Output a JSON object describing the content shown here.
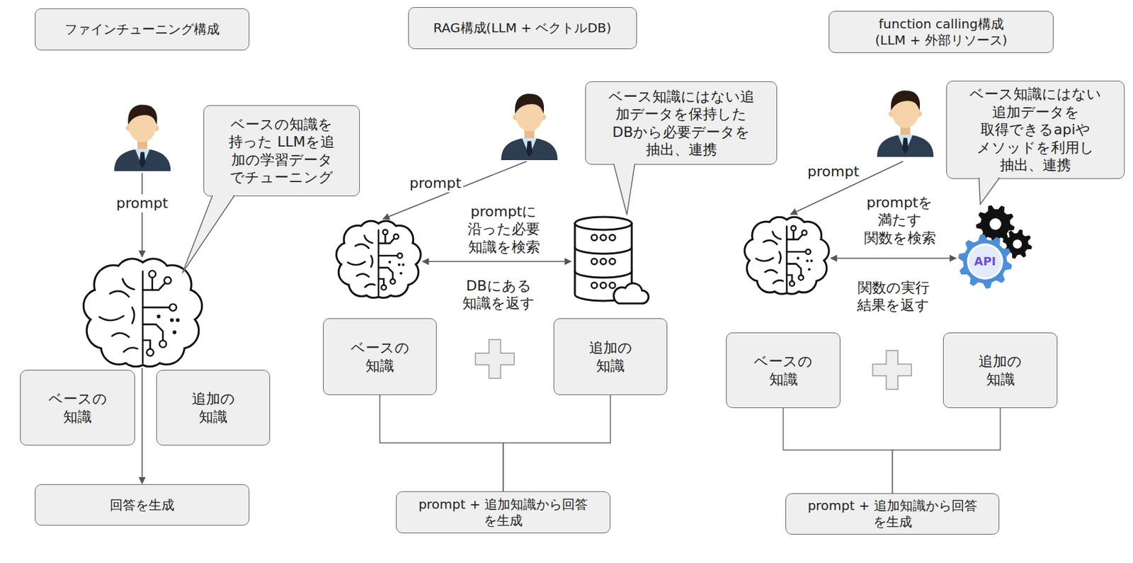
{
  "diagram": {
    "nodes": [
      {
        "text": [
          "ファインチューニング構成"
        ]
      },
      {
        "text": [
          "ベースの知識を 持った LLMを追 加の学習データ でチューニング"
        ]
      },
      {
        "text": [
          "ベースの 知識"
        ]
      },
      {
        "text": [
          "追加の 知識"
        ]
      },
      {
        "text": [
          "回答を生成"
        ]
      },
      {
        "text": [
          "RAG構成(LLM + ベクトルDB)"
        ]
      },
      {
        "text": [
          "ベース知識にはない追 加データを保持した DBから必要データを 抽出、連携"
        ]
      },
      {
        "text": [
          "ベースの 知識"
        ]
      },
      {
        "text": [
          "追加の 知識"
        ]
      },
      {
        "text": [
          "prompt + 追加知識から回答 を生成"
        ]
      },
      {
        "text": [
          "function calling構成 (LLM + 外部リソース)"
        ]
      },
      {
        "text": [
          "ベース知識にはない 追加データを 取得できるapiや メソッドを利用し 抽出、連携"
        ]
      },
      {
        "text": [
          "ベースの 知識"
        ]
      },
      {
        "text": [
          "追加の 知識"
        ]
      },
      {
        "text": [
          "prompt + 追加知識から回答 を生成"
        ]
      }
    ],
    "edges": [
      {
        "from": 7,
        "to": 9,
        "arrow": "none"
      },
      {
        "from": 8,
        "to": 9,
        "arrow": "none"
      },
      {
        "from": 12,
        "to": 14,
        "arrow": "none"
      },
      {
        "from": 13,
        "to": 14,
        "arrow": "none"
      }
    ],
    "labels": [
      "prompt",
      "prompt",
      "promptに 沿った必要 知識を検索",
      "DBにある 知識を返す",
      "prompt",
      "promptを 満たす 関数を検索",
      "API",
      "関数の実行 結果を返す"
    ]
  }
}
